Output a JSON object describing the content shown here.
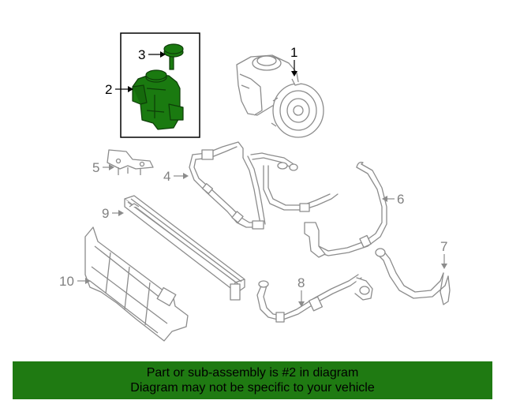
{
  "callouts": {
    "c1": "1",
    "c2": "2",
    "c3": "3",
    "c4": "4",
    "c5": "5",
    "c6": "6",
    "c7": "7",
    "c8": "8",
    "c9": "9",
    "c10": "10"
  },
  "banner": {
    "line1": "Part or sub-assembly is #2 in diagram",
    "line2": "Diagram may not be specific to your vehicle"
  },
  "colors": {
    "highlight": "#1a7a10",
    "banner_bg": "#1f7a12",
    "part_line": "#909090",
    "callout_line": "#000000"
  }
}
